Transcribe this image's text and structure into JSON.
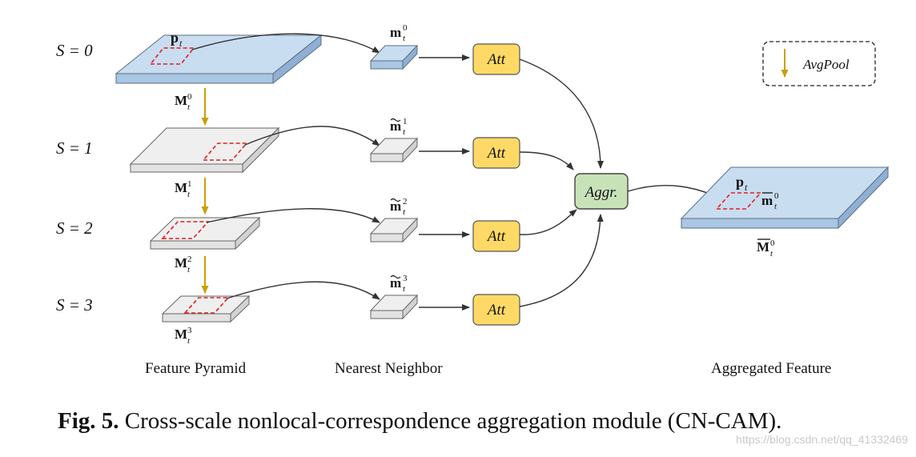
{
  "scale_labels": [
    "S = 0",
    "S = 1",
    "S = 2",
    "S = 3"
  ],
  "pyramid_labels": [
    {
      "base": "M",
      "sup": "0",
      "sub": "t",
      "tilde": false
    },
    {
      "base": "M",
      "sup": "1",
      "sub": "t",
      "tilde": false
    },
    {
      "base": "M",
      "sup": "2",
      "sub": "t",
      "tilde": false
    },
    {
      "base": "M",
      "sup": "3",
      "sub": "t",
      "tilde": false
    }
  ],
  "neighbor_labels": [
    {
      "base": "m",
      "sup": "0",
      "sub": "t",
      "tilde": false
    },
    {
      "base": "m",
      "sup": "1",
      "sub": "t",
      "tilde": true
    },
    {
      "base": "m",
      "sup": "2",
      "sub": "t",
      "tilde": true
    },
    {
      "base": "m",
      "sup": "3",
      "sub": "t",
      "tilde": true
    }
  ],
  "point_label": {
    "base": "p",
    "sub": "t"
  },
  "att_label": "Att",
  "aggr_label": "Aggr.",
  "legend_label": "AvgPool",
  "output_point_label": {
    "base": "p",
    "sub": "t"
  },
  "output_feature_label": {
    "base": "m",
    "sup": "0",
    "sub": "t",
    "bar": true
  },
  "output_map_label": {
    "base": "M",
    "sup": "0",
    "sub": "t",
    "bar": true
  },
  "column_titles": {
    "pyramid": "Feature Pyramid",
    "neighbor": "Nearest Neighbor",
    "aggregated": "Aggregated Feature"
  },
  "caption": {
    "prefix": "Fig. 5.",
    "text": "Cross-scale nonlocal-correspondence aggregation module (CN-CAM)."
  },
  "watermark": "https://blog.csdn.net/qq_41332469",
  "colors": {
    "blue_top": "#c9ddf0",
    "blue_side": "#9fbedd",
    "gray_top": "#efefef",
    "gray_side": "#d6d6d6",
    "att_fill": "#ffd966",
    "aggr_fill": "#c8e2b8",
    "pool_arrow": "#c8a000",
    "dashed_red": "#e02020"
  }
}
